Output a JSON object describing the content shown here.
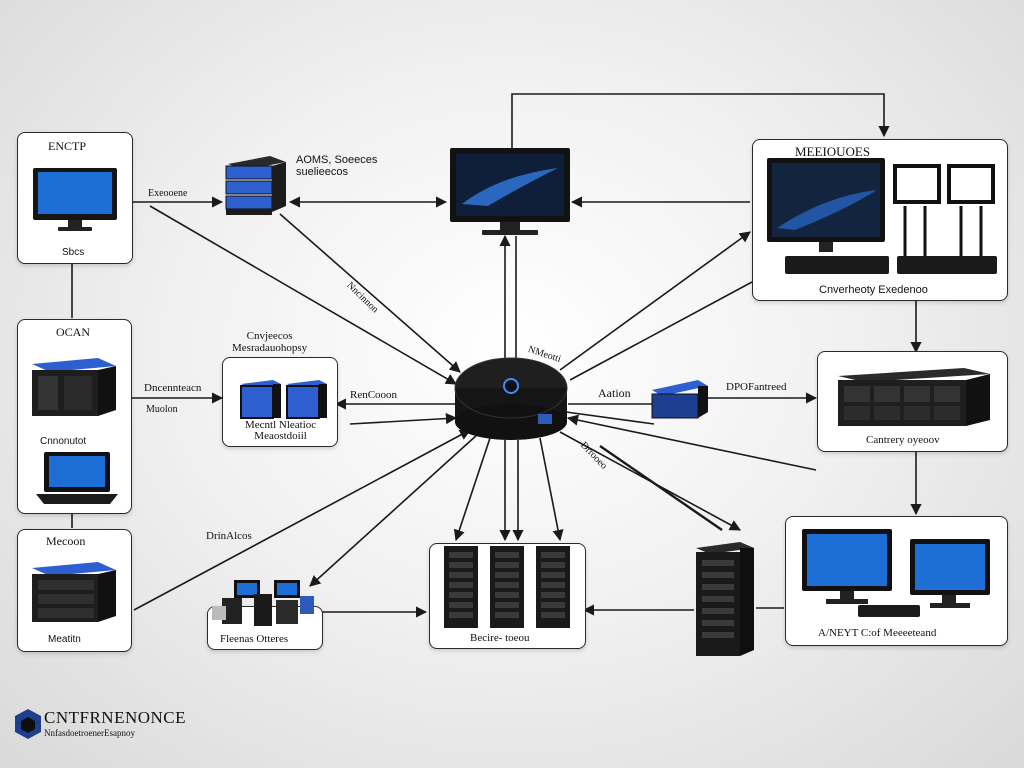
{
  "colors": {
    "line": "#1a1a1a",
    "screen": "#1d6fd6",
    "device": "#1c1c1c",
    "accent": "#2e5bb8"
  },
  "hub": {
    "name": "central-router"
  },
  "nodes": {
    "top_left_box": {
      "title": "ENCTP",
      "caption": "Sbcs"
    },
    "mid_left_box": {
      "title": "OCAN",
      "caption": "Cnnonutot"
    },
    "bottom_left_box": {
      "title": "Mecoon",
      "caption": "Meatitn"
    },
    "server_stack_label": "AOMS, Soeeces\nsuelieecos",
    "center_cluster": {
      "top_label": "Cnvjeecos\nMesradauohopsy",
      "bottom_label": "Mecntl Nleatioc\nMeaostdoiil"
    },
    "top_right_box": {
      "title": "MEEIOUOES",
      "caption": "Cnverheoty Exedenoo"
    },
    "mid_right_box": {
      "caption": "Cantrery oyeoov"
    },
    "bottom_right_box": {
      "caption": "A/NEYT C:of Meeeeteand"
    },
    "bottom_center_box": {
      "caption": "Becire- toeou"
    },
    "bottom_cluster": {
      "caption": "Fleenas Otteres"
    }
  },
  "edge_labels": {
    "left_ext": "Exeooene",
    "left_mid_a": "Dncennteacn",
    "left_mid_b": "Muolon",
    "center_left": "RenCooon",
    "right_mid": "Aation",
    "right_far": "DPOFantreed",
    "diag_top": "Nncinnon",
    "diag_top2": "NMeotti",
    "diag_low": "Drrooeo",
    "diag_bottom_left": "DrinAlcos"
  },
  "logo": {
    "title": "CNTFRNENONCE",
    "subtitle": "NnfasdoetroenerEsapnoy"
  }
}
